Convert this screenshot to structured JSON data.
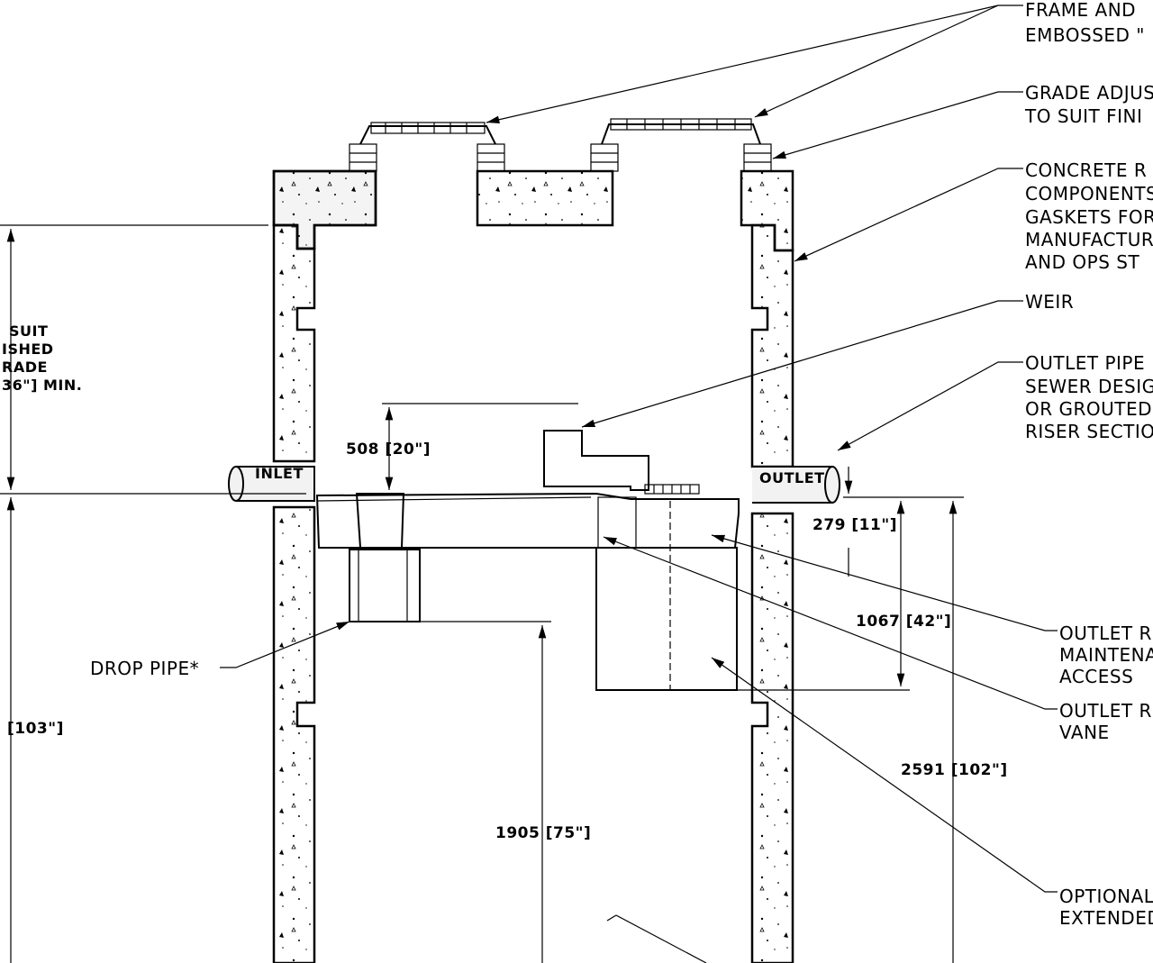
{
  "callouts": {
    "frame": [
      "FRAME AND",
      "EMBOSSED \""
    ],
    "grade_adjust": [
      "GRADE ADJUS",
      "TO SUIT FINI"
    ],
    "concrete": [
      "CONCRETE R",
      "COMPONENTS",
      "GASKETS FOR",
      "MANUFACTUR",
      "AND OPS ST"
    ],
    "weir": [
      "WEIR"
    ],
    "outlet_pipe": [
      "OUTLET PIPE",
      "SEWER DESIG",
      "OR GROUTED",
      "RISER SECTIO"
    ],
    "outlet_maint": [
      "OUTLET R",
      "MAINTENA",
      "ACCESS"
    ],
    "outlet_vane": [
      "OUTLET R",
      "VANE"
    ],
    "optional": [
      "OPTIONAL",
      "EXTENDED"
    ],
    "drop_pipe": "DROP PIPE*"
  },
  "left_note": [
    "SUIT",
    "ISHED",
    "RADE",
    "36\"] MIN."
  ],
  "pipes": {
    "inlet": "INLET",
    "outlet": "OUTLET"
  },
  "dimensions": {
    "d508": "508 [20\"]",
    "d279": "279 [11\"]",
    "d1067": "1067 [42\"]",
    "d1905": "1905 [75\"]",
    "d2591": "2591 [102\"]",
    "d103": "[103\"]"
  }
}
